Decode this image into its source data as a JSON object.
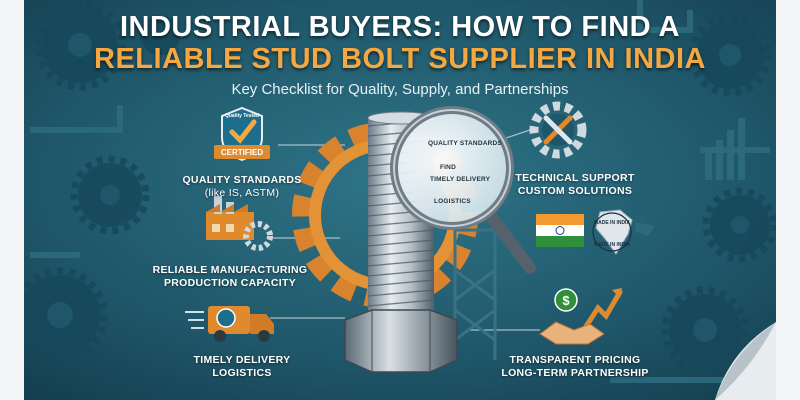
{
  "title_line1": "INDUSTRIAL BUYERS: HOW TO FIND A",
  "title_line2": "RELIABLE STUD BOLT SUPPLIER IN INDIA",
  "subtitle": "Key Checklist for Quality, Supply, and Partnerships",
  "left_items": [
    {
      "line1": "QUALITY STANDARDS",
      "line2": "(like IS, ASTM)",
      "icon": "quality-certified-badge-icon"
    },
    {
      "line1": "RELIABLE MANUFACTURING",
      "line2": "PRODUCTION CAPACITY",
      "icon": "factory-gear-icon"
    },
    {
      "line1": "TIMELY DELIVERY",
      "line2": "LOGISTICS",
      "icon": "delivery-truck-icon"
    }
  ],
  "right_items": [
    {
      "line1": "TECHNICAL SUPPORT",
      "line2": "CUSTOM SOLUTIONS",
      "icon": "wrench-gear-icon"
    },
    {
      "line1": "",
      "line2": "",
      "icon": "india-flag-map-icon"
    },
    {
      "line1": "TRANSPARENT PRICING",
      "line2": "LONG-TERM PARTNERSHIP",
      "icon": "handshake-growth-icon"
    }
  ],
  "badge": {
    "top": "Quality Tested",
    "label": "CERTIFIED"
  },
  "stamp": {
    "text1": "MADE IN INDIA",
    "text2": "MADE IN INDIA"
  },
  "magnifier": [
    "QUALITY STANDARDS",
    "FIND",
    "TIMELY DELIVERY",
    "LOGISTICS"
  ],
  "colors": {
    "background": "#1f5669",
    "accent": "#f5a842",
    "text": "#ffffff"
  }
}
